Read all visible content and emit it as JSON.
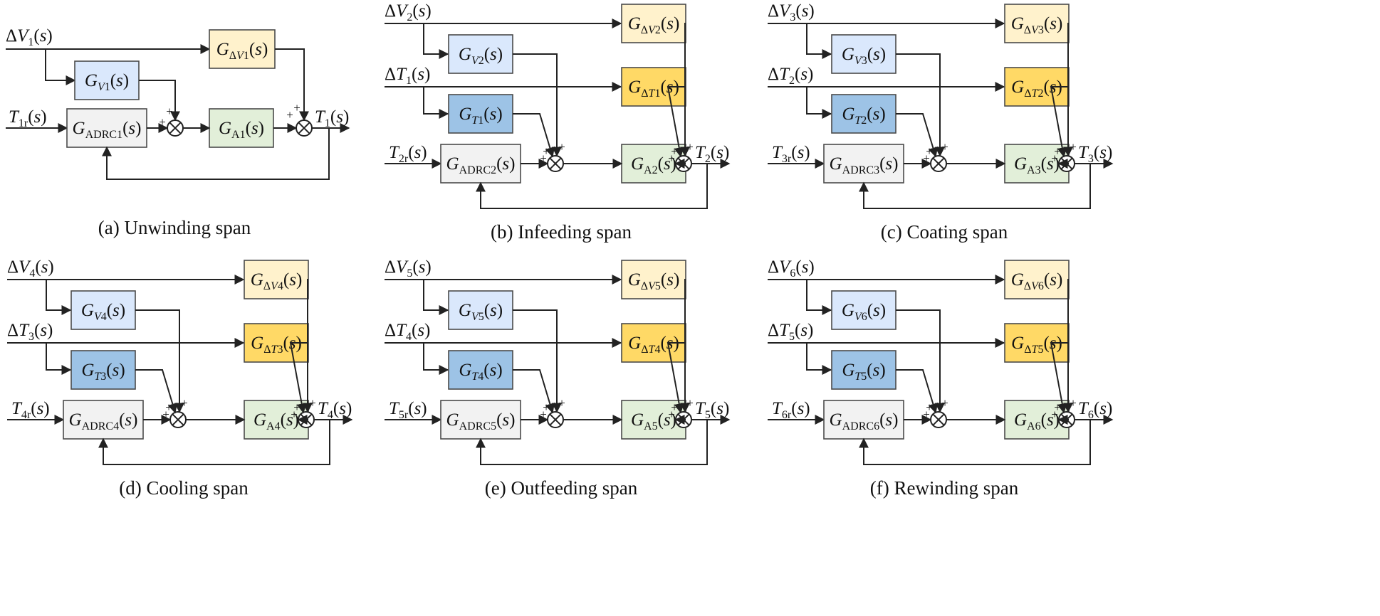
{
  "colors": {
    "gdv": "#FFF2CC",
    "gv": "#DAE8FC",
    "gdt": "#FFD966",
    "gt": "#9DC3E6",
    "adrc": "#F2F2F2",
    "ga": "#E2EFD9"
  },
  "panels": [
    {
      "caption": "(a) Unwinding span",
      "dv": {
        "name": "ΔV",
        "index": "1"
      },
      "tr": {
        "name": "T",
        "index": "1r"
      },
      "out": {
        "name": "T",
        "index": "1"
      },
      "blocks": {
        "gdv": {
          "sub": "ΔV1"
        },
        "gv": {
          "sub": "V1"
        },
        "adrc": {
          "sub": "ADRC1"
        },
        "ga": {
          "sub": "A1"
        }
      },
      "signs": {
        "s1_a": "+",
        "s1_b": "+",
        "s2_a": "+",
        "s2_b": "+"
      }
    },
    {
      "caption": "(b) Infeeding span",
      "dv": {
        "name": "ΔV",
        "index": "2"
      },
      "dt": {
        "name": "ΔT",
        "index": "1"
      },
      "tr": {
        "name": "T",
        "index": "2r"
      },
      "out": {
        "name": "T",
        "index": "2"
      },
      "blocks": {
        "gdv": {
          "sub": "ΔV2"
        },
        "gv": {
          "sub": "V2"
        },
        "gdt": {
          "sub": "ΔT1"
        },
        "gt": {
          "sub": "T1"
        },
        "adrc": {
          "sub": "ADRC2"
        },
        "ga": {
          "sub": "A2"
        }
      },
      "signs": {
        "s1_a": "+",
        "s1_b": "+",
        "s1_c": "+",
        "s2_a": "+",
        "s2_b": "+",
        "s2_c": "+"
      }
    },
    {
      "caption": "(c) Coating span",
      "dv": {
        "name": "ΔV",
        "index": "3"
      },
      "dt": {
        "name": "ΔT",
        "index": "2"
      },
      "tr": {
        "name": "T",
        "index": "3r"
      },
      "out": {
        "name": "T",
        "index": "3"
      },
      "blocks": {
        "gdv": {
          "sub": "ΔV3"
        },
        "gv": {
          "sub": "V3"
        },
        "gdt": {
          "sub": "ΔT2"
        },
        "gt": {
          "sub": "T2"
        },
        "adrc": {
          "sub": "ADRC3"
        },
        "ga": {
          "sub": "A3"
        }
      },
      "signs": {
        "s1_a": "+",
        "s1_b": "+",
        "s1_c": "+",
        "s2_a": "+",
        "s2_b": "+",
        "s2_c": "+"
      }
    },
    {
      "caption": "(d) Cooling span",
      "dv": {
        "name": "ΔV",
        "index": "4"
      },
      "dt": {
        "name": "ΔT",
        "index": "3"
      },
      "tr": {
        "name": "T",
        "index": "4r"
      },
      "out": {
        "name": "T",
        "index": "4"
      },
      "blocks": {
        "gdv": {
          "sub": "ΔV4"
        },
        "gv": {
          "sub": "V4"
        },
        "gdt": {
          "sub": "ΔT3"
        },
        "gt": {
          "sub": "T3"
        },
        "adrc": {
          "sub": "ADRC4"
        },
        "ga": {
          "sub": "A4"
        }
      },
      "signs": {
        "s1_a": "+",
        "s1_b": "+",
        "s1_c": "+",
        "s2_a": "+",
        "s2_b": "+",
        "s2_c": "+"
      }
    },
    {
      "caption": "(e) Outfeeding span",
      "dv": {
        "name": "ΔV",
        "index": "5"
      },
      "dt": {
        "name": "ΔT",
        "index": "4"
      },
      "tr": {
        "name": "T",
        "index": "5r"
      },
      "out": {
        "name": "T",
        "index": "5"
      },
      "blocks": {
        "gdv": {
          "sub": "ΔV5"
        },
        "gv": {
          "sub": "V5"
        },
        "gdt": {
          "sub": "ΔT4"
        },
        "gt": {
          "sub": "T4"
        },
        "adrc": {
          "sub": "ADRC5"
        },
        "ga": {
          "sub": "A5"
        }
      },
      "signs": {
        "s1_a": "+",
        "s1_b": "+",
        "s1_c": "+",
        "s2_a": "+",
        "s2_b": "+",
        "s2_c": "+"
      }
    },
    {
      "caption": "(f) Rewinding span",
      "dv": {
        "name": "ΔV",
        "index": "6"
      },
      "dt": {
        "name": "ΔT",
        "index": "5"
      },
      "tr": {
        "name": "T",
        "index": "6r"
      },
      "out": {
        "name": "T",
        "index": "6"
      },
      "blocks": {
        "gdv": {
          "sub": "ΔV6"
        },
        "gv": {
          "sub": "V6"
        },
        "gdt": {
          "sub": "ΔT5"
        },
        "gt": {
          "sub": "T5"
        },
        "adrc": {
          "sub": "ADRC6"
        },
        "ga": {
          "sub": "A6"
        }
      },
      "signs": {
        "s1_a": "+",
        "s1_b": "+",
        "s1_c": "+",
        "s2_a": "+",
        "s2_b": "+",
        "s2_c": "+"
      }
    }
  ]
}
